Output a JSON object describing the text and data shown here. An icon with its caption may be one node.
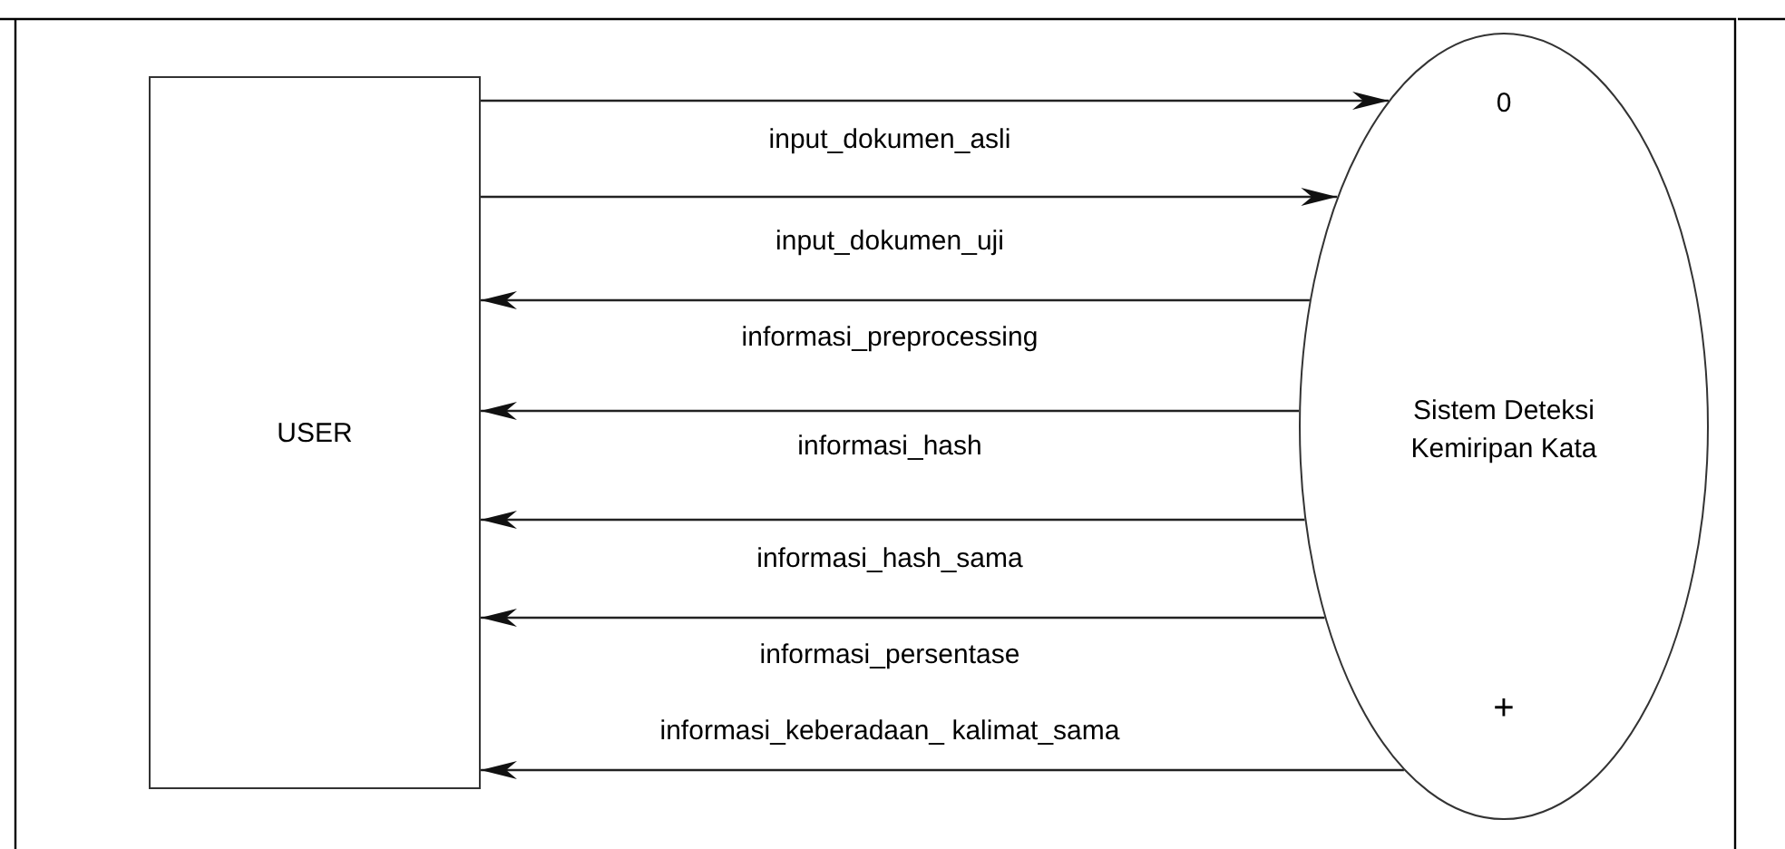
{
  "diagram": {
    "nodes": [
      {
        "text": [
          "USER"
        ]
      },
      {
        "text": [
          "0",
          "Sistem Deteksi Kemiripan Kata",
          "+"
        ]
      }
    ],
    "edges": [
      {
        "from": 0,
        "to": 1,
        "arrow": "to",
        "label": "input_dokumen_asli"
      },
      {
        "from": 0,
        "to": 1,
        "arrow": "to",
        "label": "input_dokumen_uji"
      },
      {
        "from": 1,
        "to": 0,
        "arrow": "to",
        "label": "informasi_preprocessing"
      },
      {
        "from": 1,
        "to": 0,
        "arrow": "to",
        "label": "informasi_hash"
      },
      {
        "from": 1,
        "to": 0,
        "arrow": "to",
        "label": "informasi_hash_sama"
      },
      {
        "from": 1,
        "to": 0,
        "arrow": "to",
        "label": "informasi_persentase"
      },
      {
        "from": 1,
        "to": 0,
        "arrow": "to",
        "label": "informasi_keberadaan_ kalimat_sama"
      }
    ]
  }
}
